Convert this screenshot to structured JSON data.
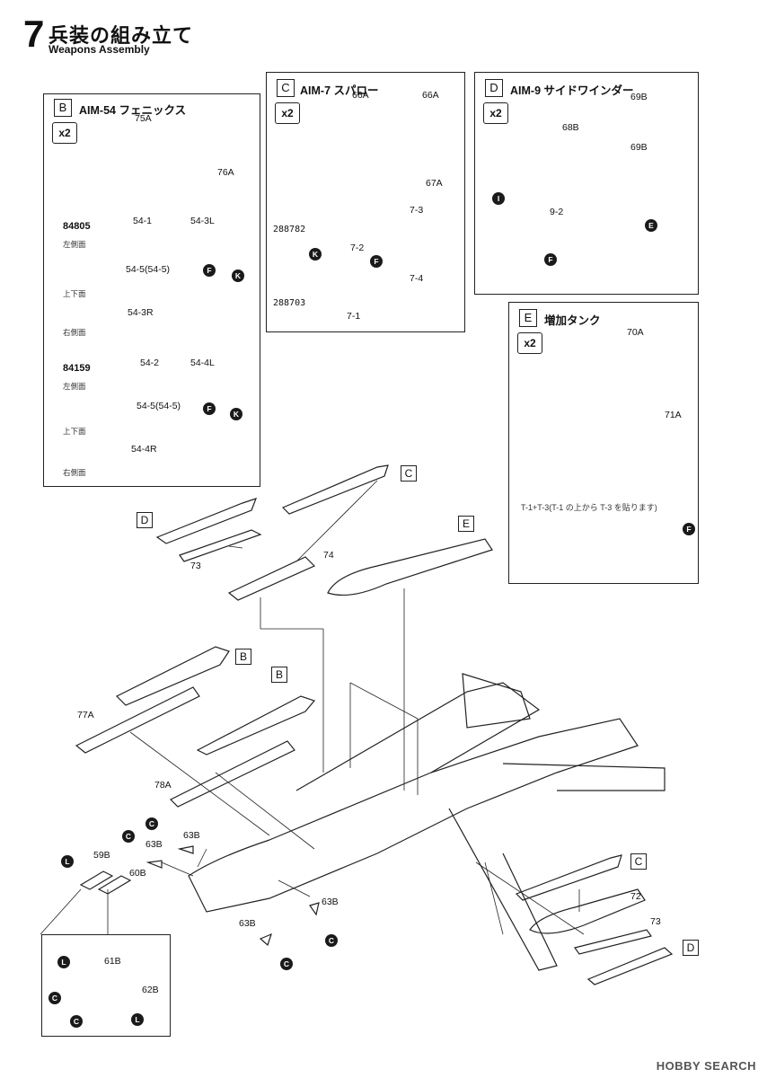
{
  "step": {
    "number": "7",
    "title_jp": "兵装の組み立て",
    "title_en": "Weapons Assembly"
  },
  "panel_b": {
    "letter": "B",
    "title": "AIM-54 フェニックス",
    "qty": "x2",
    "part_top": "75A",
    "part_bottom": "76A",
    "code1": "84805",
    "code2": "84159",
    "left_side": "左側面",
    "top_bottom": "上下面",
    "right_side": "右側面",
    "d1": "54-1",
    "d2": "54-3L",
    "d3": "54-5(54-5)",
    "d4": "54-3R",
    "d5": "54-2",
    "d6": "54-4L",
    "d7": "54-5(54-5)",
    "d8": "54-4R",
    "mark_f": "F",
    "mark_k": "K"
  },
  "panel_c": {
    "letter": "C",
    "title": "AIM-7 スパロー",
    "qty": "x2",
    "p1": "66A",
    "p2": "66A",
    "p3": "67A",
    "code1": "288782",
    "code2": "288703",
    "d1": "7-3",
    "d2": "7-2",
    "d3": "7-4",
    "d4": "7-1",
    "mark_k": "K",
    "mark_f": "F"
  },
  "panel_d": {
    "letter": "D",
    "title": "AIM-9 サイドワインダー",
    "qty": "x2",
    "p1": "69B",
    "p2": "68B",
    "p3": "69B",
    "d1": "9-2",
    "mark_i": "I",
    "mark_e": "E",
    "mark_f": "F"
  },
  "panel_e": {
    "letter": "E",
    "title": "増加タンク",
    "qty": "x2",
    "p1": "70A",
    "p2": "71A",
    "note": "T-1+T-3(T-1 の上から T-3 を貼ります)",
    "mark_f": "F"
  },
  "main": {
    "callout_d1": "D",
    "callout_c1": "C",
    "callout_e": "E",
    "callout_b1": "B",
    "callout_b2": "B",
    "callout_c2": "C",
    "callout_d2": "D",
    "part_73a": "73",
    "part_74": "74",
    "part_77": "77A",
    "part_78": "78A",
    "part_72": "72",
    "part_73b": "73",
    "part_59": "59B",
    "part_60": "60B",
    "part_63a": "63B",
    "part_63b": "63B",
    "part_63c": "63B",
    "part_63d": "63B",
    "mark_c": "C",
    "mark_l": "L"
  },
  "inset": {
    "part_61": "61B",
    "part_62": "62B",
    "mark_c": "C",
    "mark_l": "L"
  },
  "watermark": "HOBBY SEARCH"
}
